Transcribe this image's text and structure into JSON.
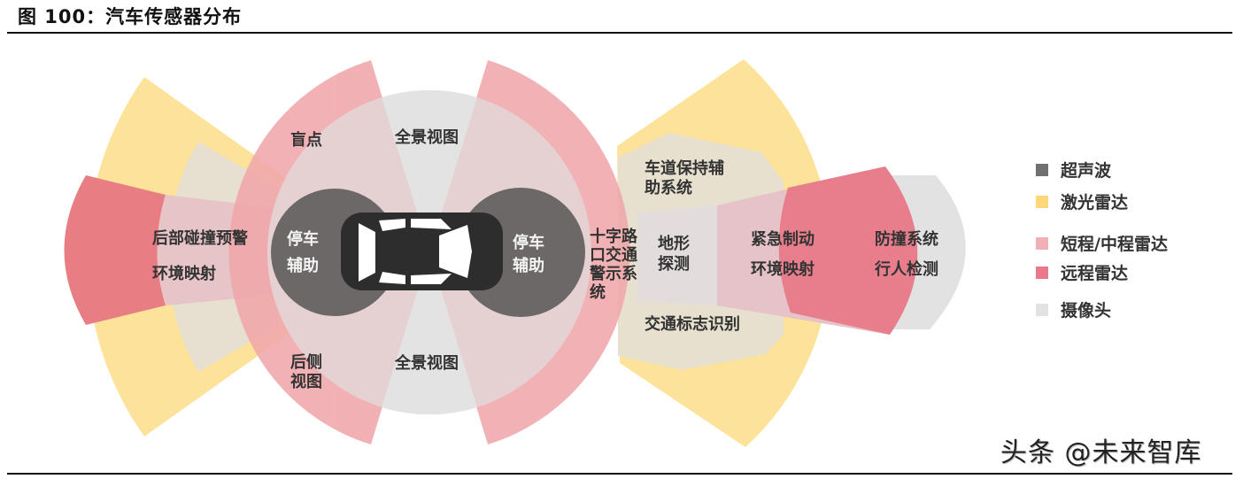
{
  "figure": {
    "title": "图 100：汽车传感器分布"
  },
  "colors": {
    "ultrasonic": "#6c6868",
    "lidar": "#fde29a",
    "short_mid_radar": "#f2b3b6",
    "long_radar": "#e87d8c",
    "camera": "#e2e2e2",
    "car_body": "#2d2d2d"
  },
  "diagram": {
    "labels": {
      "blind_spot": "盲点",
      "surround_view_top": "全景视图",
      "surround_view_bottom": "全景视图",
      "rear_collision_warning": "后部碰撞预警",
      "env_mapping_rear": "环境映射",
      "parking_assist_rear": [
        "停车",
        "辅助"
      ],
      "parking_assist_front": [
        "停车",
        "辅助"
      ],
      "cross_traffic_alert": [
        "十字路",
        "口交通",
        "警示系",
        "统"
      ],
      "terrain_detection": [
        "地形",
        "探测"
      ],
      "lane_keeping": [
        "车道保持辅",
        "助系统"
      ],
      "traffic_sign_recognition": "交通标志识别",
      "emergency_braking": "紧急制动",
      "env_mapping_front": "环境映射",
      "collision_avoidance": "防撞系统",
      "pedestrian_detection": "行人检测",
      "rear_side_view": [
        "后侧",
        "视图"
      ]
    }
  },
  "legend": {
    "items": [
      {
        "label": "超声波",
        "color": "#707070",
        "icon": "square"
      },
      {
        "label": "激光雷达",
        "color": "#fdd77a",
        "icon": "square"
      },
      {
        "label": "短程/中程雷达",
        "color": "#f0b0b5",
        "icon": "square"
      },
      {
        "label": "远程雷达",
        "color": "#e8788a",
        "icon": "square"
      },
      {
        "label": "摄像头",
        "color": "#e2e2e2",
        "icon": "square"
      }
    ]
  },
  "watermark": "头条 @未来智库"
}
